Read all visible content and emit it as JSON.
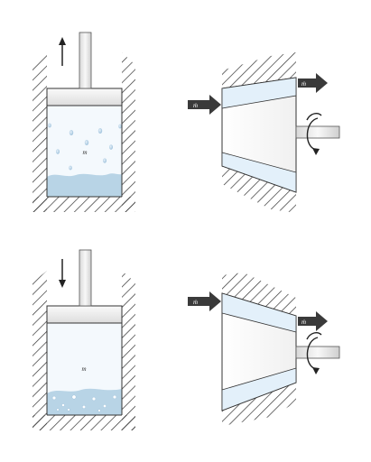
{
  "labels": {
    "mass": "m",
    "flow_in": "ṁ",
    "flow_out": "ṁ"
  },
  "colors": {
    "hatch": "#333333",
    "wall_outline": "#333333",
    "gas_fill": "#f4f9fd",
    "liquid_fill": "#b8d4e6",
    "piston_fill": "#f2f2f2",
    "rod_fill": "#e9e9e9",
    "band_fill": "#e3f0fa",
    "arrow_fill": "#3a3a3a"
  },
  "panels": [
    {
      "id": "cylinder-expansion",
      "piston_motion": "up"
    },
    {
      "id": "turbine-diverging",
      "flow": "left-to-right"
    },
    {
      "id": "cylinder-compression",
      "piston_motion": "down"
    },
    {
      "id": "turbine-converging",
      "flow": "left-to-right"
    }
  ]
}
